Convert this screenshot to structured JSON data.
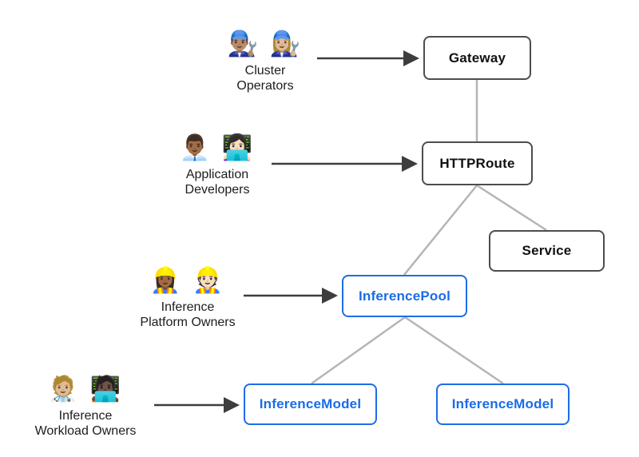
{
  "diagram": {
    "background": "#ffffff",
    "colors": {
      "core_border": "#4d4d4d",
      "core_text": "#111111",
      "extension_border": "#1f6ce8",
      "extension_text": "#1a6ce8",
      "connector_line": "#b5b5b5",
      "arrow": "#3d3d3d",
      "persona_text": "#1c1c1c"
    },
    "personas": {
      "cluster_operators": {
        "emoji": "👨🏽‍🔧 👩🏼‍🔧",
        "line1": "Cluster",
        "line2": "Operators"
      },
      "application_developers": {
        "emoji": "👨🏾‍💼 👩🏻‍💻",
        "line1": "Application",
        "line2": "Developers"
      },
      "inference_platform_owners": {
        "emoji": "👷🏾‍♀️ 👷🏻",
        "line1": "Inference",
        "line2": "Platform Owners"
      },
      "inference_workload_owners": {
        "emoji": "🧑🏼‍⚕️ 🧑🏿‍💻",
        "line1": "Inference",
        "line2": "Workload Owners"
      }
    },
    "nodes": {
      "gateway": {
        "label": "Gateway",
        "style": "core"
      },
      "httproute": {
        "label": "HTTPRoute",
        "style": "core"
      },
      "service": {
        "label": "Service",
        "style": "core"
      },
      "inference_pool": {
        "label": "InferencePool",
        "style": "extension"
      },
      "inference_model_left": {
        "label": "InferenceModel",
        "style": "extension"
      },
      "inference_model_right": {
        "label": "InferenceModel",
        "style": "extension"
      }
    },
    "edges": [
      {
        "from": "cluster_operators",
        "to": "gateway",
        "kind": "arrow"
      },
      {
        "from": "application_developers",
        "to": "httproute",
        "kind": "arrow"
      },
      {
        "from": "inference_platform_owners",
        "to": "inference_pool",
        "kind": "arrow"
      },
      {
        "from": "inference_workload_owners",
        "to": "inference_model_left",
        "kind": "arrow"
      },
      {
        "from": "gateway",
        "to": "httproute",
        "kind": "line"
      },
      {
        "from": "httproute",
        "to": "inference_pool",
        "kind": "line"
      },
      {
        "from": "httproute",
        "to": "service",
        "kind": "line"
      },
      {
        "from": "inference_pool",
        "to": "inference_model_left",
        "kind": "line"
      },
      {
        "from": "inference_pool",
        "to": "inference_model_right",
        "kind": "line"
      }
    ]
  }
}
